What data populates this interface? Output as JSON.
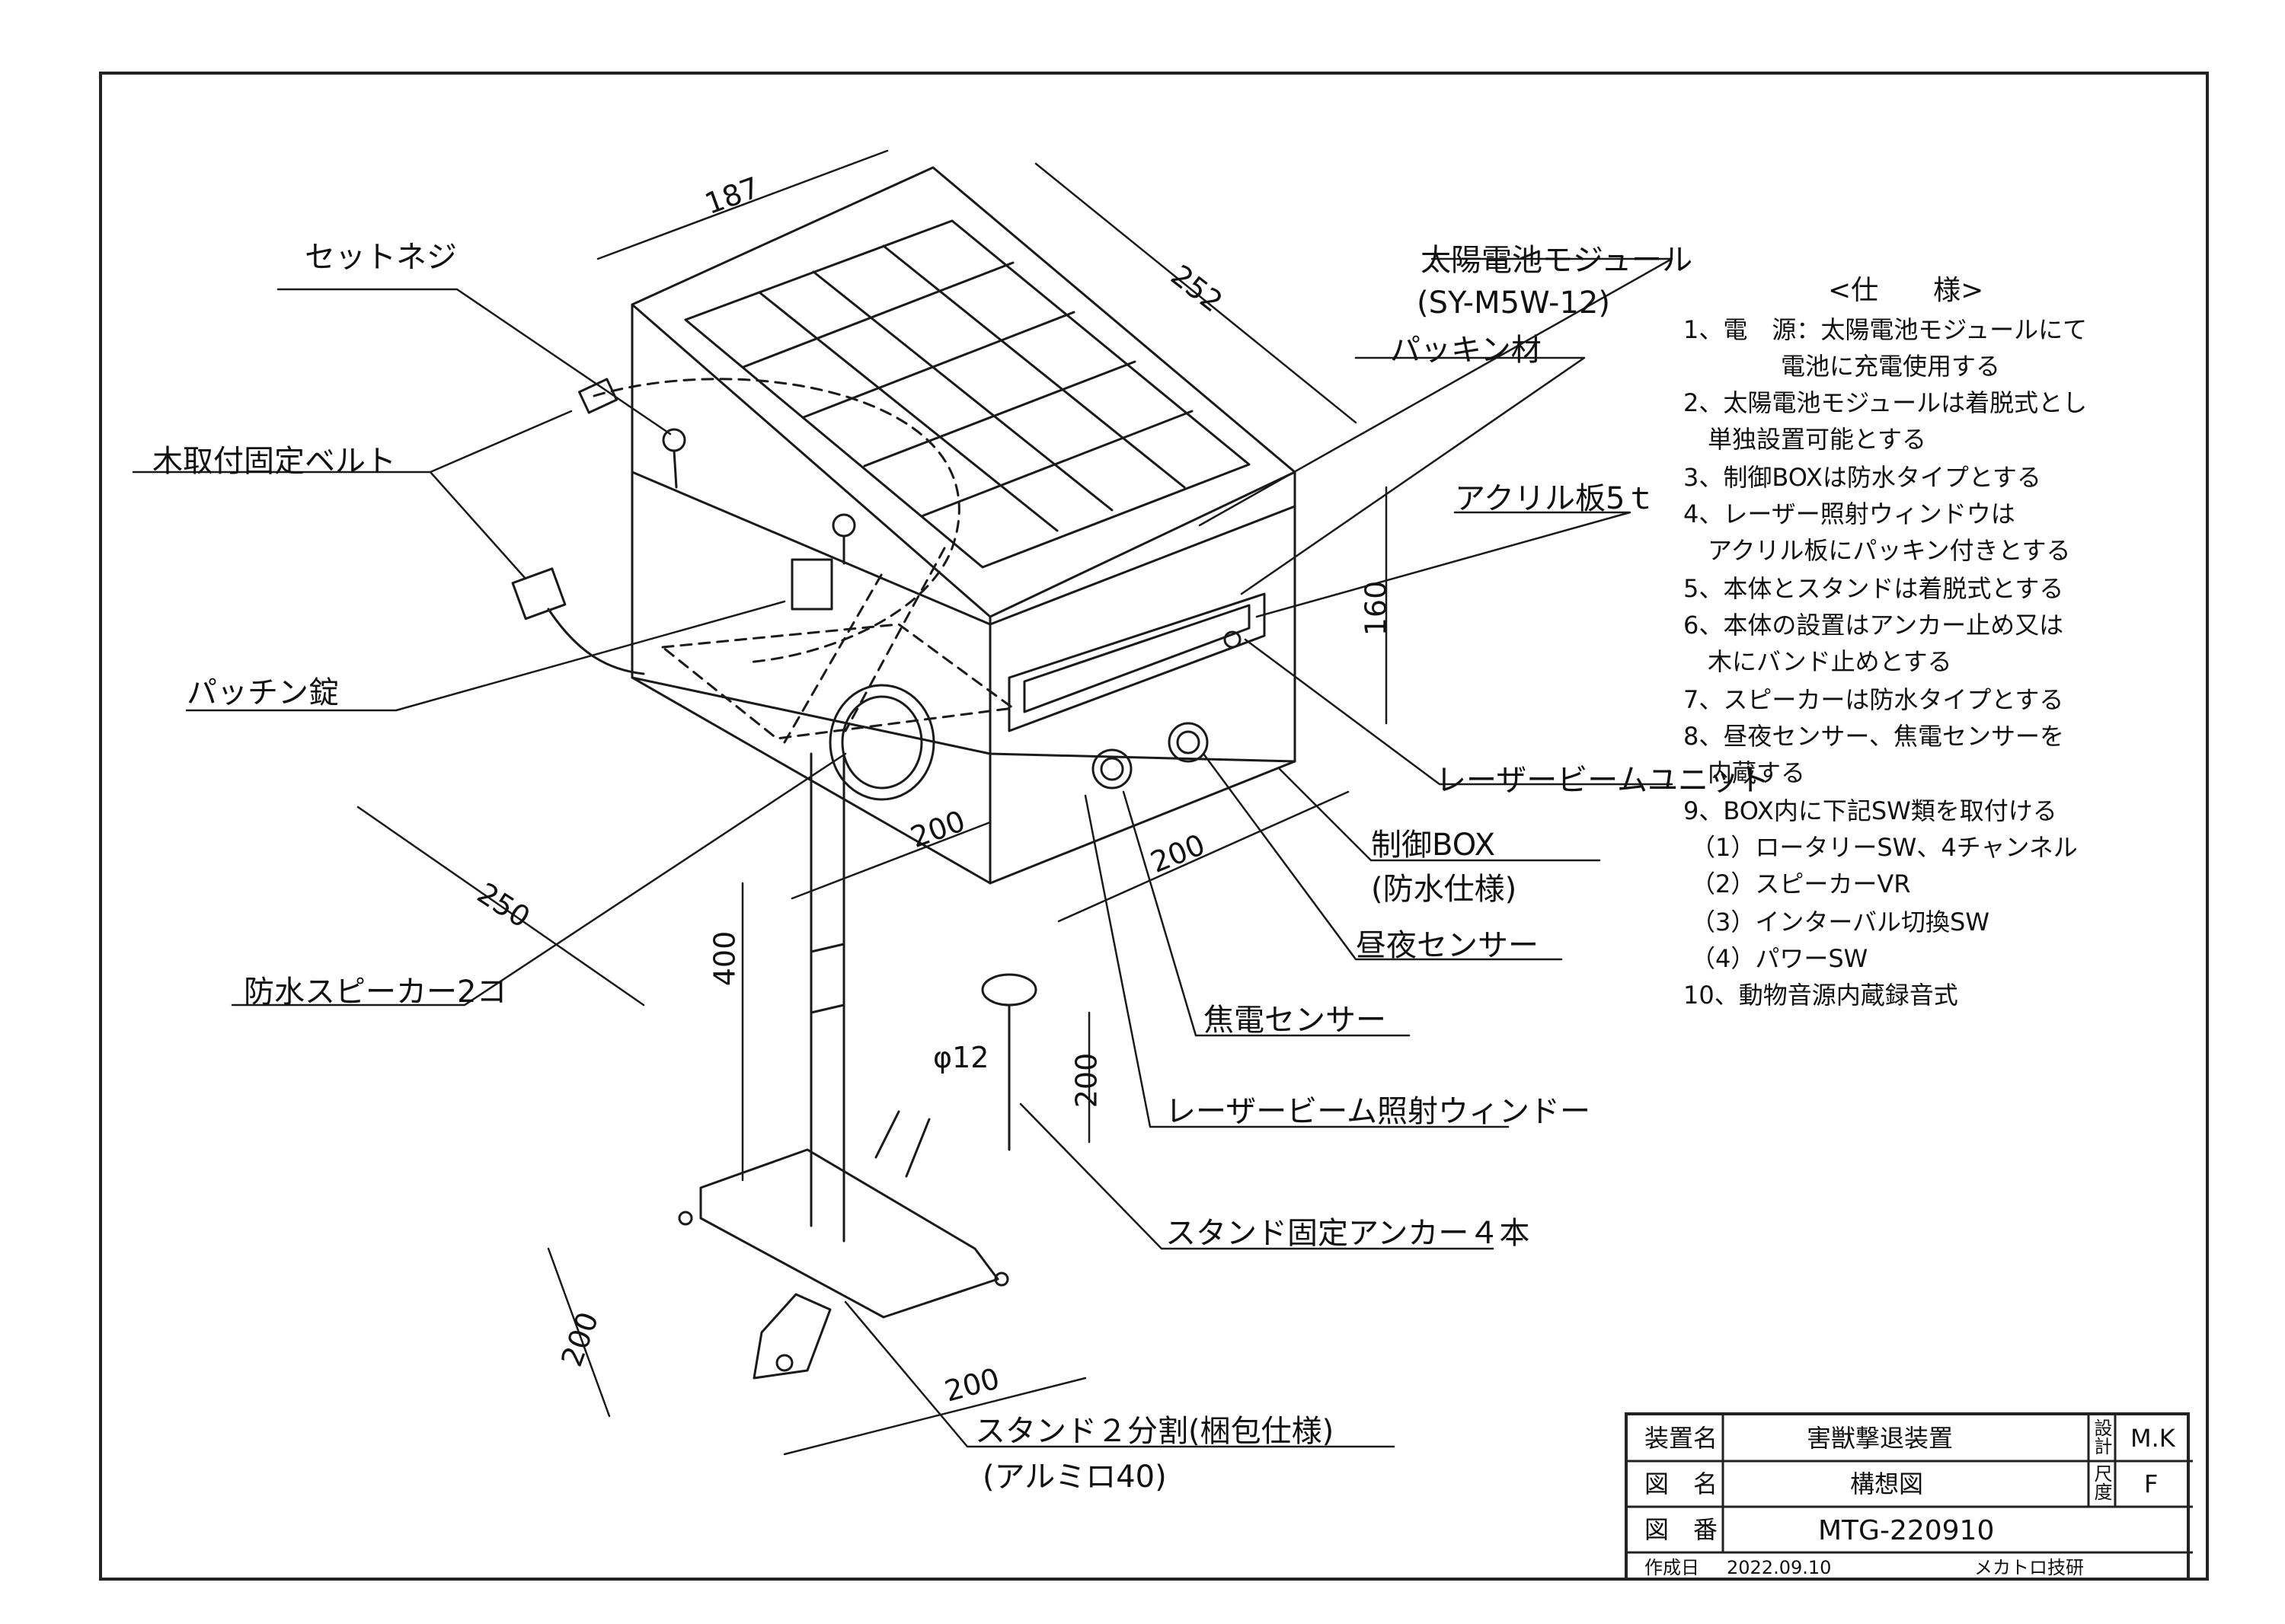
{
  "labels": {
    "set_screw": "セットネジ",
    "tree_belt": "木取付固定ベルト",
    "patchin_lock": "パッチン錠",
    "speaker": "防水スピーカー2コ",
    "solar_module": "太陽電池モジュール",
    "solar_model": "(SY-M5W-12)",
    "packing": "パッキン材",
    "acrylic": "アクリル板5ｔ",
    "laser_unit": "レーザービームユニット",
    "control_box": "制御BOX",
    "control_box_sub": "(防水仕様)",
    "day_night": "昼夜センサー",
    "pyro_sensor": "焦電センサー",
    "laser_window": "レーザービーム照射ウィンドー",
    "anchor": "スタンド固定アンカー４本",
    "stand_split": "スタンド２分割(梱包仕様)",
    "stand_material": "(アルミロ40)"
  },
  "dimensions": {
    "top_depth": "187",
    "top_width": "252",
    "box_height": "160",
    "box_front": "200",
    "box_side": "200",
    "base_width": "250",
    "stand_height": "400",
    "anchor_dia": "φ12",
    "anchor_len": "200",
    "foot_depth": "200",
    "foot_width": "200"
  },
  "spec": {
    "title": "<仕　　様>",
    "lines": [
      "1、電　源：太陽電池モジュールにて",
      "　　　　電池に充電使用する",
      "2、太陽電池モジュールは着脱式とし",
      "　単独設置可能とする",
      "3、制御BOXは防水タイプとする",
      "4、レーザー照射ウィンドウは",
      "　アクリル板にパッキン付きとする",
      "5、本体とスタンドは着脱式とする",
      "6、本体の設置はアンカー止め又は",
      "　木にバンド止めとする",
      "7、スピーカーは防水タイプとする",
      "8、昼夜センサー、焦電センサーを",
      "　内蔵する",
      "9、BOX内に下記SW類を取付ける",
      "（1）ロータリーSW、4チャンネル",
      "（2）スピーカーVR",
      "（3）インターバル切換SW",
      "（4）パワーSW",
      "10、動物音源内蔵録音式"
    ]
  },
  "title_block": {
    "device_name_label": "装置名",
    "device_name": "害獣撃退装置",
    "design_label": "設計",
    "designer": "M.K",
    "drawing_name_label": "図　名",
    "drawing_name": "構想図",
    "scale_label": "尺度",
    "scale": "F",
    "drawing_no_label": "図　番",
    "drawing_no": "MTG-220910",
    "date_label": "作成日",
    "date": "2022.09.10",
    "company": "メカトロ技研"
  }
}
